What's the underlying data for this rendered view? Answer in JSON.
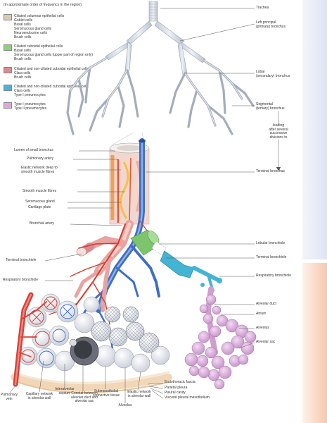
{
  "header": "(in approximate order of frequency in the region)",
  "legend": [
    {
      "color": "#d8cbb6",
      "lines": [
        "Ciliated columnar epithelial cells",
        "Goblet cells",
        "Basal cells",
        "Seromucous gland cells",
        "Neuroendocrine cells",
        "Brush cells"
      ]
    },
    {
      "color": "#8ecf7d",
      "lines": [
        "Ciliated cuboidal epithelial cells",
        "Basal cells",
        "Seromucous gland cells (upper part of region only)",
        "Brush cells"
      ]
    },
    {
      "color": "#d98a95",
      "lines": [
        "Ciliated and non-ciliated cuboidal epithelial cells",
        "Clara cells",
        "Brush cells"
      ]
    },
    {
      "color": "#45b6d6",
      "lines": [
        "Ciliated and non-ciliated cuboidal epithelial cells",
        "Clara cells",
        "Type I pneumocytes"
      ]
    },
    {
      "color": "#d7acd8",
      "lines": [
        "Type I pneumocytes",
        "Type II pneumocytes"
      ]
    }
  ],
  "labels_right": {
    "trachea": [
      "Trachea"
    ],
    "left_principal": [
      "Left principal",
      "(primary) bronchus"
    ],
    "lobar": [
      "Lobar",
      "(secondary) bronchus"
    ],
    "segmental": [
      "Segmental",
      "(tertiary) bronchus"
    ],
    "leading": [
      "leading",
      "after several",
      "successive",
      "divisions to"
    ],
    "terminal_bronchus": [
      "Terminal bronchus"
    ],
    "lobular_bronchiole": [
      "Lobular bronchiole"
    ],
    "terminal_bronchiole": [
      "Terminal bronchiole"
    ],
    "respiratory_bronchiole": [
      "Respiratory bronchiole"
    ],
    "alveolar_duct": [
      "Alveolar duct"
    ],
    "atrium": [
      "Atrium"
    ],
    "alveolus": [
      "Alveolus"
    ],
    "alveolar_sac": [
      "Alveolar sac"
    ]
  },
  "labels_left": {
    "lumen": [
      "Lumen of small bronchus"
    ],
    "pulmonary_artery": [
      "Pulmonary artery"
    ],
    "elastic_network": [
      "Elastic network deep to",
      "smooth muscle fibres"
    ],
    "smooth_muscle": [
      "Smooth muscle fibres"
    ],
    "seromucous_gland": [
      "Seromucous gland"
    ],
    "cartilage_plate": [
      "Cartilage plate"
    ],
    "bronchial_artery": [
      "Bronchial artery"
    ],
    "terminal_bronchiole": [
      "Terminal bronchiole"
    ],
    "respiratory_bronchiole": [
      "Respiratory bronchiole"
    ]
  },
  "labels_bottom": {
    "pulmonary_vein": [
      "Pulmonary",
      "vein"
    ],
    "capillary_network": [
      "Capillary network",
      "in alveolar wall"
    ],
    "interalveolar_septum": [
      "Interalveolar",
      "septum"
    ],
    "conduit": [
      "Conduit between",
      "alveolar duct and",
      "alveolar sac"
    ],
    "submesothelial": [
      "Submesothelial",
      "connective tissue"
    ],
    "alveolus": [
      "Alveolus"
    ],
    "elastic_alveolar": [
      "Elastic network",
      "in alveolar wall"
    ],
    "endothoracic": [
      "Endothoracic fascia"
    ],
    "parietal": [
      "Parietal pleura"
    ],
    "pleural_cavity": [
      "Pleural cavity"
    ],
    "visceral": [
      "Visceral pleural mesothelium"
    ]
  }
}
